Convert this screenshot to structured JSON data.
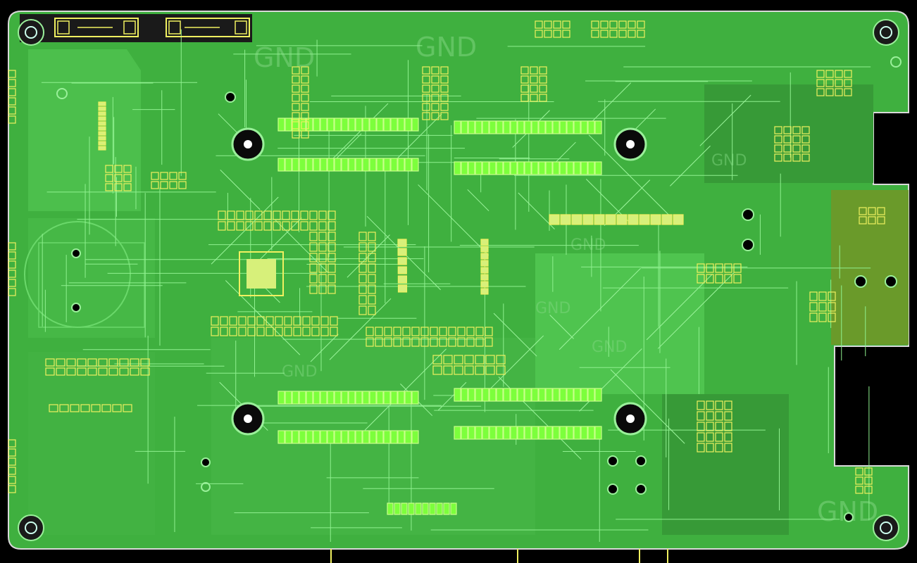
{
  "view": {
    "title": "",
    "colors": {
      "background": "#000000",
      "board": "#3fb03f",
      "pour_light": "#58c858",
      "pour_dark": "#2f8f2f",
      "trace": "#8ff08f",
      "pad": "#d7f07a",
      "silk": "#f0f060",
      "outline": "#d9d9d9",
      "hole": "#000000"
    }
  },
  "net_labels": [
    "GND",
    "GND",
    "GND",
    "GND",
    "GND",
    "GND",
    "GND",
    "GND"
  ],
  "components": {
    "mounting_holes": [
      "mounting-hole-tl",
      "mounting-hole-tr",
      "mounting-hole-bl",
      "mounting-hole-br"
    ],
    "large_holes": [
      "via-hole-1",
      "via-hole-2",
      "via-hole-3",
      "via-hole-4"
    ],
    "connectors_top": [
      "fuse-connector-left",
      "fuse-connector-right"
    ]
  }
}
